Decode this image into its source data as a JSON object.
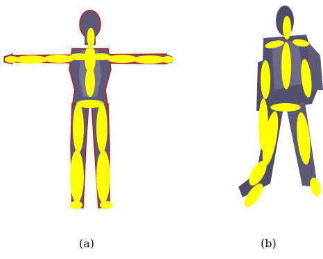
{
  "figure": {
    "panels": [
      {
        "id": "a",
        "caption": "(a)"
      },
      {
        "id": "b",
        "caption": "(b)"
      }
    ]
  },
  "colors": {
    "ellipse_fill": "#ffff00",
    "body_fill": "#5c5a78",
    "body_outline_a": "#c01818",
    "body_highlight": "#8a8aa8"
  }
}
